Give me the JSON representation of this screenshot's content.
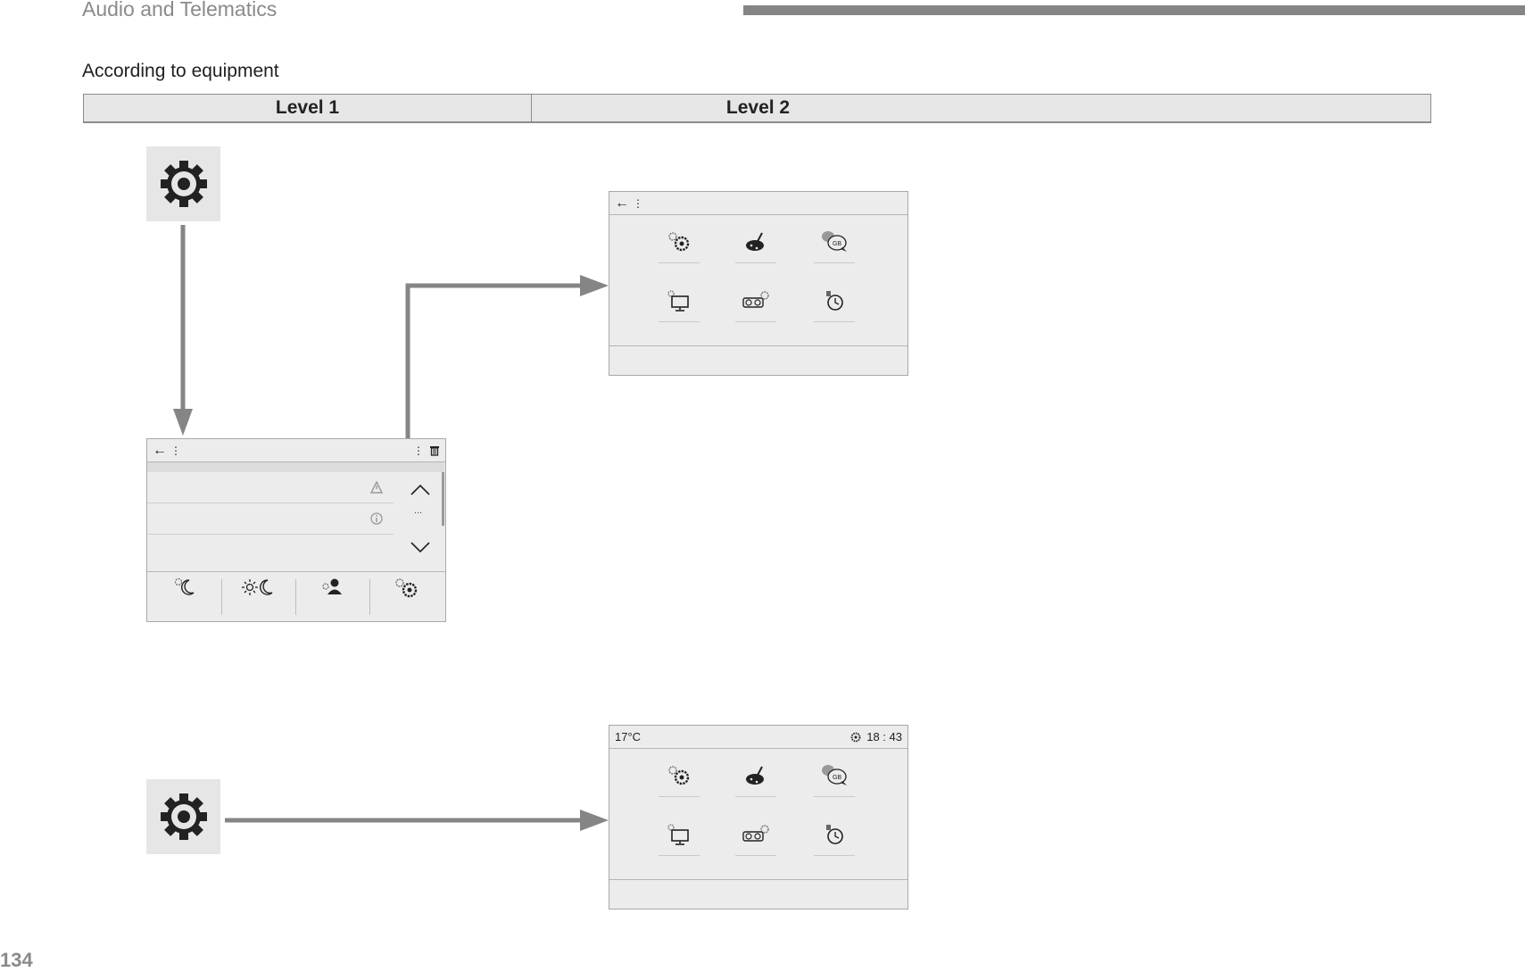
{
  "header": {
    "section_title": "Audio and Telematics"
  },
  "note": "According to equipment",
  "table": {
    "level1": "Level 1",
    "level2": "Level 2"
  },
  "settings_key": {
    "icon": "gear-icon"
  },
  "screen_main": {
    "title_icons": [
      "back-arrow-icon",
      "more-options-icon"
    ],
    "list_scroll_indicator": "...",
    "bottom_tabs": [
      "night-mode-icon",
      "day-night-icon",
      "profile-icon",
      "settings-icon"
    ]
  },
  "screen_level2": {
    "icons": [
      "system-settings-icon",
      "theme-icon",
      "language-icon",
      "screen-config-icon",
      "units-icon",
      "time-icon"
    ]
  },
  "screen_home": {
    "temperature": "17°C",
    "clock": "18 : 43"
  },
  "page_number": "134",
  "colors": {
    "arrow": "#858585",
    "panel": "#ececec",
    "key_bg": "#e6e6e6"
  }
}
